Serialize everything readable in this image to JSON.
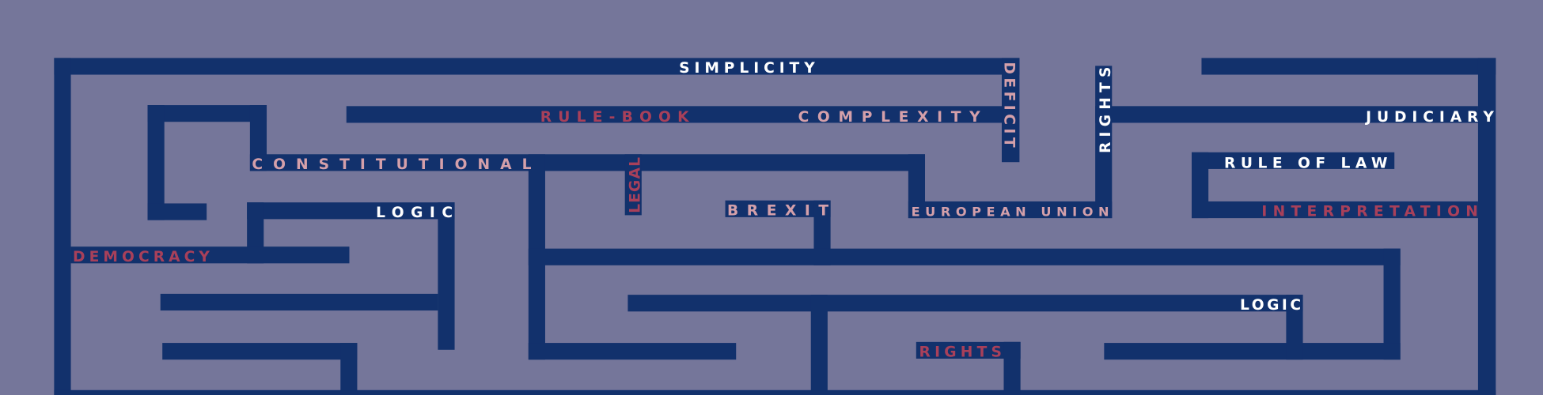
{
  "colors": {
    "background": "#75769a",
    "wall": "#12316c",
    "white": "#ffffff",
    "pink": "#d4a0aa",
    "red": "#a8405a"
  },
  "labels": {
    "simplicity": "SIMPLICITY",
    "rule_book": "RULE-BOOK",
    "complexity": "COMPLEXITY",
    "deficit": "DEFICIT",
    "rights_top": "RIGHTS",
    "judiciary": "JUDICIARY",
    "constitutional": "CONSTITUTIONAL",
    "legal": "LEGAL",
    "brexit": "BREXIT",
    "european_union": "EUROPEAN UNION",
    "logic_left": "LOGIC",
    "rule_of_law": "RULE OF LAW",
    "interpretation": "INTERPRETATION",
    "democracy": "DEMOCRACY",
    "logic_right": "LOGIC",
    "rights_bottom": "RIGHTS"
  }
}
